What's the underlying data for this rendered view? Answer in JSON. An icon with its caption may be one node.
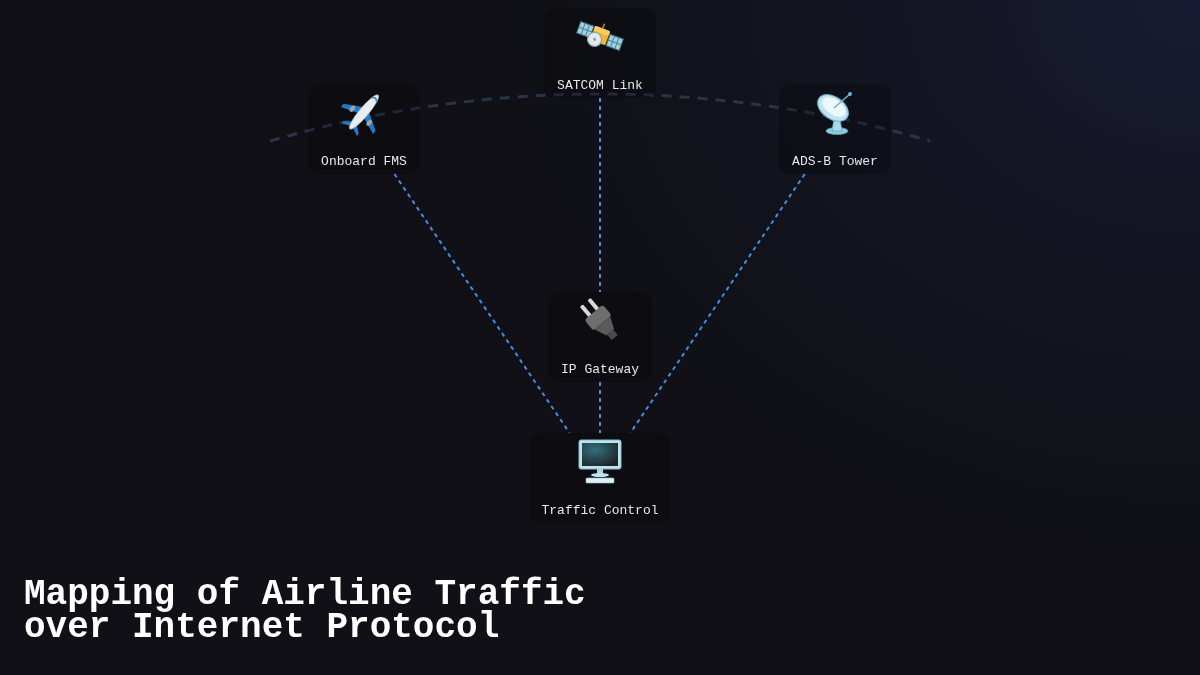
{
  "diagram": {
    "title": "Mapping of Airline Traffic over Internet Protocol",
    "nodes": [
      {
        "text": [
          "SATCOM Link"
        ]
      },
      {
        "text": [
          "Onboard FMS"
        ]
      },
      {
        "text": [
          "ADS-B Tower"
        ]
      },
      {
        "text": [
          "IP Gateway"
        ]
      },
      {
        "text": [
          "Traffic Control"
        ]
      }
    ],
    "edges": [
      {
        "from": 1,
        "to": 4,
        "arrow": "none",
        "style": "dashed"
      },
      {
        "from": 0,
        "to": 3,
        "arrow": "none",
        "style": "dashed"
      },
      {
        "from": 3,
        "to": 4,
        "arrow": "none",
        "style": "dashed"
      },
      {
        "from": 2,
        "to": 4,
        "arrow": "none",
        "style": "dashed"
      }
    ]
  }
}
